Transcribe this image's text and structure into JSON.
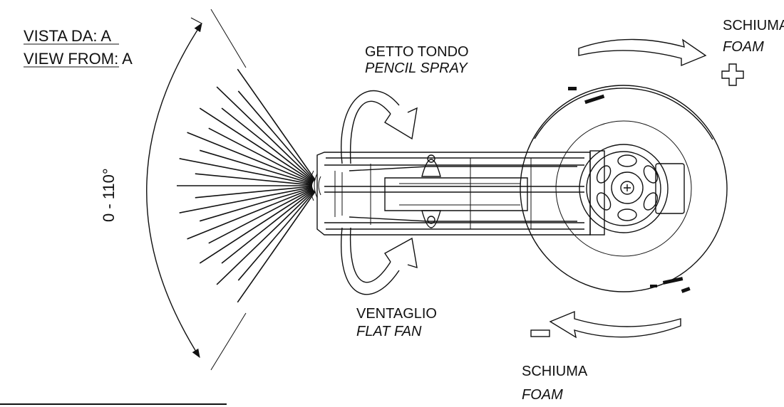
{
  "view": {
    "line1": "VISTA DA: A",
    "line2": "VIEW FROM: A"
  },
  "angle": {
    "label": "0 - 110°"
  },
  "pencil_spray": {
    "it": "GETTO TONDO",
    "en": "PENCIL SPRAY"
  },
  "flat_fan": {
    "it": "VENTAGLIO",
    "en": "FLAT FAN"
  },
  "foam_plus": {
    "it": "SCHIUMA",
    "en": "FOAM"
  },
  "foam_minus": {
    "it": "SCHIUMA",
    "en": "FOAM"
  },
  "icons": [
    "plus-icon",
    "minus-icon",
    "rotation-arrow-icon"
  ],
  "colors": {
    "line": "#111111",
    "background": "#ffffff"
  }
}
